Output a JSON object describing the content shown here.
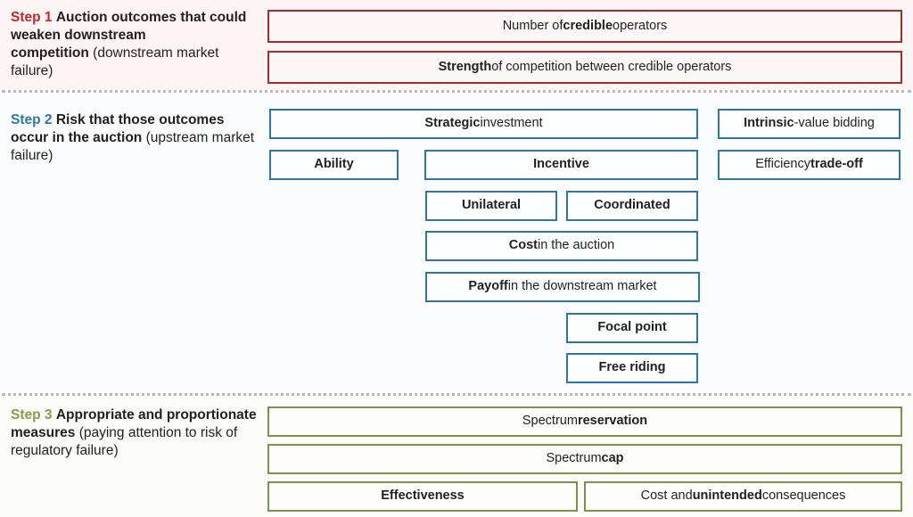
{
  "colors": {
    "red": "#a62b2b",
    "red_key": "#c0282d",
    "blue": "#2e75a8",
    "green": "#7e9150",
    "green_key": "#8a9a4e",
    "separator": "#b9b9bd",
    "text": "#231f20"
  },
  "steps": [
    {
      "key": "Step 1",
      "strong": "Auction outcomes that could weaken downstream competition",
      "normal": "(downstream market failure)",
      "accent": "#c0282d"
    },
    {
      "key": "Step 2",
      "strong": "Risk that those outcomes occur in the auction",
      "normal": "(upstream market failure)",
      "accent": "#2e75a8"
    },
    {
      "key": "Step 3",
      "strong": "Appropriate and proportionate measures",
      "normal": "(paying attention to risk of regulatory failure)",
      "accent": "#8a9a4e"
    }
  ],
  "step1_boxes": [
    {
      "bold_lead": "",
      "pre": "Number of ",
      "bold": "credible",
      "post": " operators"
    },
    {
      "bold_lead": "Strength",
      "pre": "",
      "bold": "",
      "post": " of competition between credible operators"
    }
  ],
  "step2_boxes": [
    {
      "pre": "",
      "bold": "Strategic",
      "post": " investment"
    },
    {
      "pre": "",
      "bold": "Intrinsic",
      "post": "-value bidding"
    },
    {
      "pre": "",
      "bold": "Ability",
      "post": ""
    },
    {
      "pre": "",
      "bold": "Incentive",
      "post": ""
    },
    {
      "pre": "Efficiency ",
      "bold": "trade-off",
      "post": ""
    },
    {
      "pre": "",
      "bold": "Unilateral",
      "post": ""
    },
    {
      "pre": "",
      "bold": "Coordinated",
      "post": ""
    },
    {
      "pre": "",
      "bold": "Cost",
      "post": " in the auction"
    },
    {
      "pre": "",
      "bold": "Payoff",
      "post": " in the downstream market"
    },
    {
      "pre": "",
      "bold": "Focal point",
      "post": ""
    },
    {
      "pre": "",
      "bold": "Free riding",
      "post": ""
    }
  ],
  "step3_boxes": [
    {
      "pre": "Spectrum ",
      "bold": "reservation",
      "post": ""
    },
    {
      "pre": "Spectrum ",
      "bold": "cap",
      "post": ""
    },
    {
      "pre": "",
      "bold": "Effectiveness",
      "post": ""
    },
    {
      "pre": "Cost and ",
      "bold": "unintended",
      "post": " consequences"
    }
  ]
}
